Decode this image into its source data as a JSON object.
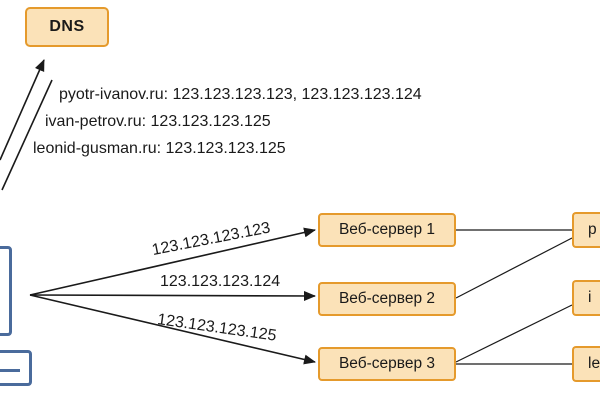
{
  "dns": {
    "label": "DNS"
  },
  "dns_records": [
    "pyotr-ivanov.ru: 123.123.123.123, 123.123.123.124",
    "ivan-petrov.ru: 123.123.123.125",
    "leonid-gusman.ru: 123.123.123.125"
  ],
  "ip_labels": [
    "123.123.123.123",
    "123.123.123.124",
    "123.123.123.125"
  ],
  "web_servers": [
    "Веб-сервер 1",
    "Веб-сервер 2",
    "Веб-сервер 3"
  ],
  "sites_partial": [
    "p",
    "i",
    "le"
  ],
  "colors": {
    "box_fill": "#fbe2b8",
    "box_border": "#e59a2c",
    "client_color": "#4a6b9c",
    "line_color": "#1a1a1a"
  },
  "icons": {
    "client": "computer-icon"
  }
}
